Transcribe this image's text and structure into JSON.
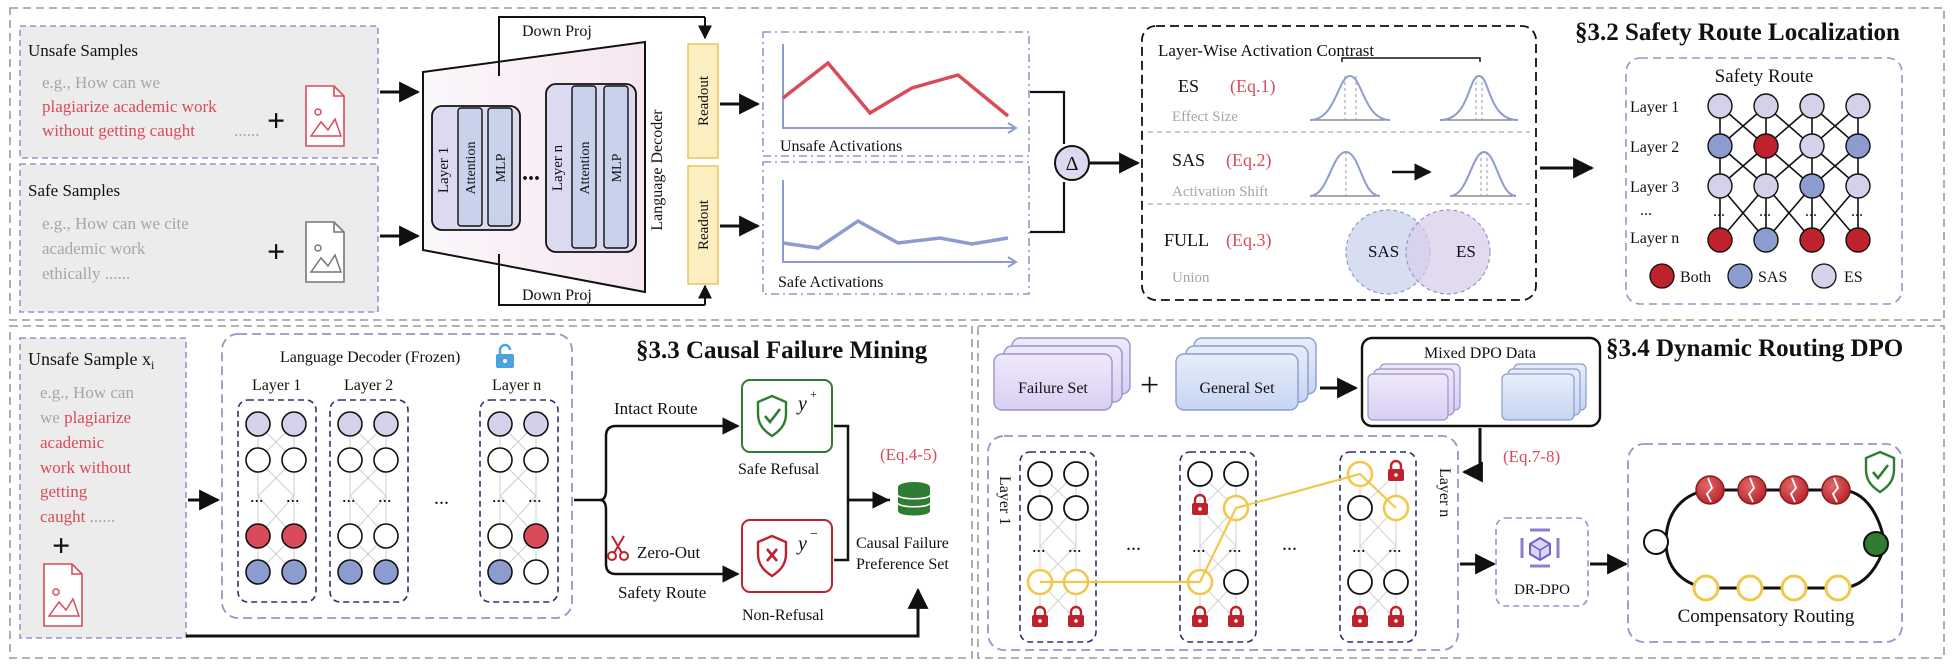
{
  "sections": {
    "s32": "§3.2 Safety Route Localization",
    "s33": "§3.3 Causal Failure Mining",
    "s34": "§3.4 Dynamic Routing DPO"
  },
  "top": {
    "unsafe_title": "Unsafe Samples",
    "unsafe_line1": "e.g., How can we",
    "unsafe_line2": "plagiarize academic work",
    "unsafe_line3": "without getting caught",
    "unsafe_line3b": "......",
    "safe_title": "Safe Samples",
    "safe_line1": "e.g., How can we cite",
    "safe_line2": "academic work",
    "safe_line3": "ethically ......",
    "plus": "+",
    "down_proj_top": "Down Proj",
    "down_proj_bottom": "Down Proj",
    "layer1": "Layer 1",
    "layern": "Layer n",
    "attention": "Attention",
    "mlp": "MLP",
    "dots": "...",
    "language_decoder": "Language Decoder",
    "readout": "Readout",
    "unsafe_act": "Unsafe Activations",
    "safe_act": "Safe Activations",
    "delta": "Δ",
    "contrast_title": "Layer-Wise Activation Contrast",
    "es": "ES",
    "es_eq": "(Eq.1)",
    "es_sub": "Effect Size",
    "sas": "SAS",
    "sas_eq": "(Eq.2)",
    "sas_sub": "Activation Shift",
    "full": "FULL",
    "full_eq": "(Eq.3)",
    "full_sub": "Union",
    "venn_sas": "SAS",
    "venn_es": "ES",
    "route_title": "Safety Route",
    "route_layer1": "Layer 1",
    "route_layer2": "Layer 2",
    "route_layer3": "Layer 3",
    "route_dots": "...",
    "route_layern": "Layer n",
    "legend_both": "Both",
    "legend_sas": "SAS",
    "legend_es": "ES"
  },
  "cfm": {
    "sample_title": "Unsafe Sample x",
    "sample_sub": "i",
    "sample_l1": "e.g., How can",
    "sample_l2a": "we ",
    "sample_l2b": "plagiarize",
    "sample_l3": "academic",
    "sample_l4": "work without",
    "sample_l5": "getting",
    "sample_l6a": "caught",
    "sample_l6b": " ......",
    "plus": "+",
    "decoder_title": "Language Decoder (Frozen)",
    "layer1": "Layer 1",
    "layer2": "Layer 2",
    "layern": "Layer n",
    "dots": "...",
    "intact_route": "Intact Route",
    "zero_out": "Zero-Out",
    "safety_route": "Safety Route",
    "y_plus": "y",
    "sup_plus": "+",
    "y_minus": "y",
    "sup_minus": "−",
    "safe_refusal": "Safe Refusal",
    "non_refusal": "Non-Refusal",
    "eq45": "(Eq.4-5)",
    "cf_line1": "Causal Failure",
    "cf_line2": "Preference Set"
  },
  "dpo": {
    "failure_set": "Failure Set",
    "plus": "+",
    "general_set": "General Set",
    "mixed": "Mixed DPO Data",
    "layer1": "Layer 1",
    "layern": "Layer n",
    "dots": "...",
    "eq78": "(Eq.7-8)",
    "drdpo": "DR-DPO",
    "comp_routing": "Compensatory Routing"
  },
  "colors": {
    "red": "#d94b5a",
    "purple_fill": "#d4d2ea",
    "blue_fill": "#8c9ccf",
    "lavender": "#e6e0f5",
    "yellow": "#f1c94a",
    "green": "#2e7d32",
    "dash_purple": "#9a93cc",
    "dash_navy": "#2a3470"
  }
}
